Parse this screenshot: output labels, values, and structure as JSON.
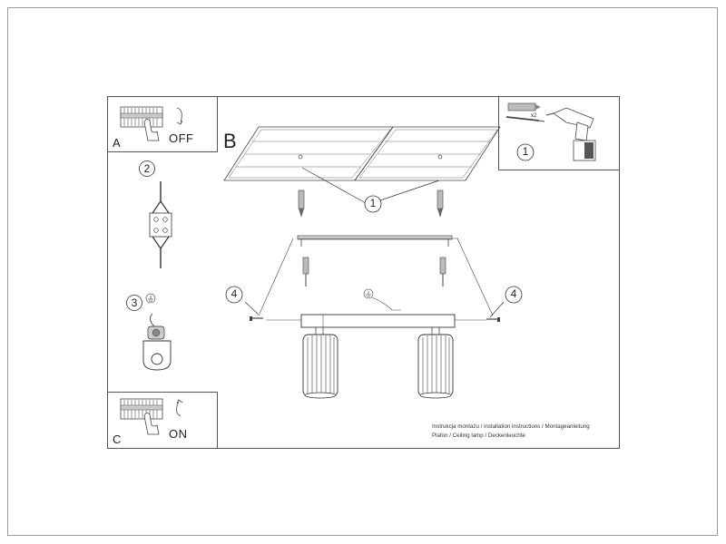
{
  "panels": {
    "a": {
      "letter": "A",
      "state": "OFF"
    },
    "b": {
      "letter": "B"
    },
    "c": {
      "letter": "C",
      "state": "ON"
    }
  },
  "steps": {
    "one": "1",
    "two": "2",
    "three": "3",
    "four": "4"
  },
  "tools": {
    "quantity": "x2"
  },
  "caption": {
    "line1": "Instrukcja montażu / installation instructions / Montageanleitung",
    "line2": "Plafon / Ceiling lamp / Deckenleuchte"
  }
}
